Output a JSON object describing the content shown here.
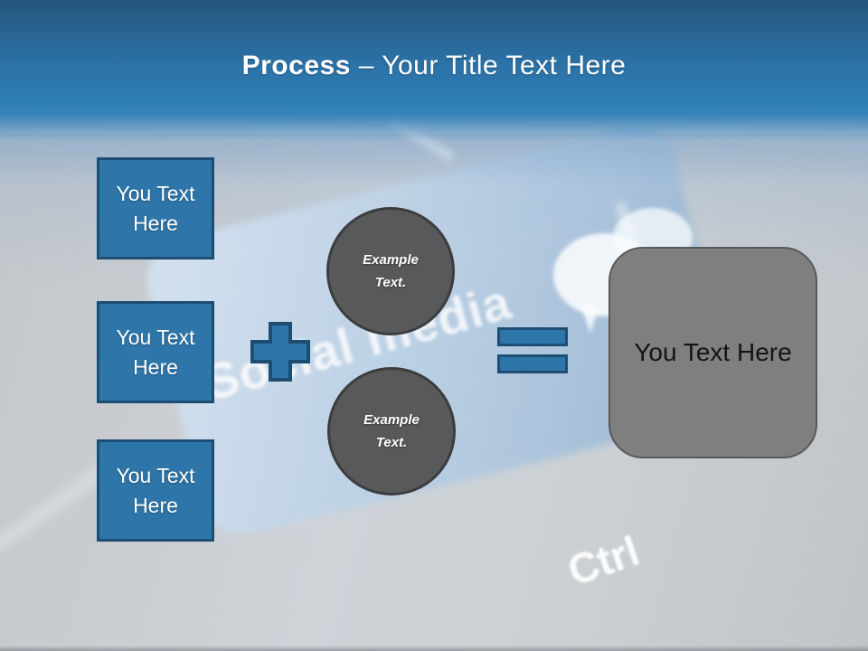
{
  "slide": {
    "title": {
      "bold": "Process",
      "dash": "–",
      "rest": "Your Title Text Here"
    },
    "input_boxes": [
      {
        "label": "You Text Here"
      },
      {
        "label": "You Text Here"
      },
      {
        "label": "You Text Here"
      }
    ],
    "example_circles": [
      {
        "label": "Example Text."
      },
      {
        "label": "Example Text."
      }
    ],
    "result_box": {
      "label": "You Text Here"
    },
    "background": {
      "keyboard_watermark": "Social media",
      "key_label": "Ctrl"
    },
    "colors": {
      "header_top": "#26567C",
      "header_blue": "#2E7DB6",
      "shape_blue": "#2E76A9",
      "shape_blue_border": "#1E4D73",
      "circle_fill": "#58595A",
      "circle_border": "#3C3D3F",
      "result_fill": "#7F7F7F",
      "result_border": "#595959"
    }
  }
}
